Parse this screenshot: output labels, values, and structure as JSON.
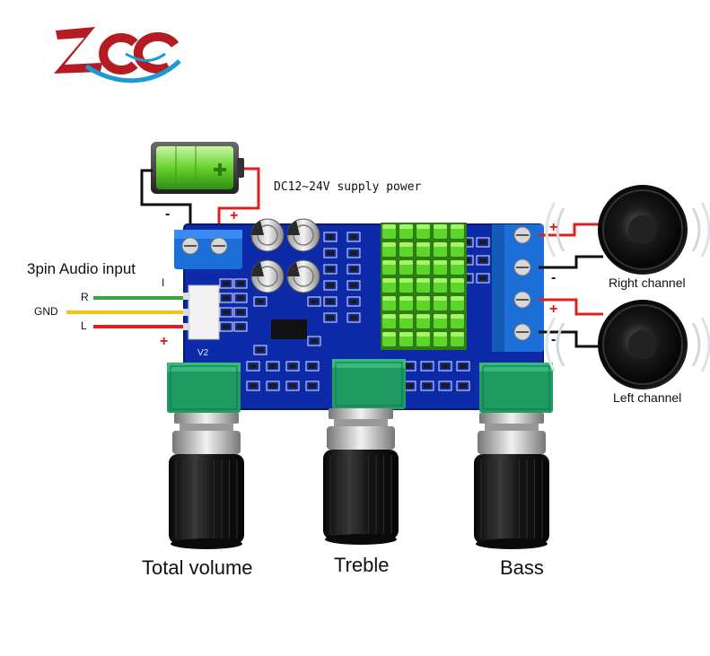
{
  "logo": {
    "text": "ZQC",
    "color_primary": "#b51c22",
    "color_accent": "#1b9ad6"
  },
  "power": {
    "label": "DC12~24V supply power",
    "minus": "-",
    "plus": "+"
  },
  "audio_input": {
    "title": "3pin Audio input",
    "pins": [
      "R",
      "GND",
      "L"
    ],
    "pin_marker_top": "I",
    "pin_marker_plus": "+"
  },
  "speakers": {
    "right": {
      "label": "Right channel",
      "plus": "+",
      "minus": "-"
    },
    "left": {
      "label": "Left channel",
      "plus": "+",
      "minus": "-"
    }
  },
  "knobs": [
    "Total volume",
    "Treble",
    "Bass"
  ],
  "board": {
    "silk_label": "V2"
  },
  "colors": {
    "board_blue": "#0d2aa8",
    "terminal_blue": "#1c6fd6",
    "heatsink_green": "#5cd62a",
    "pot_green": "#1f9a63",
    "wire_red": "#e02020",
    "wire_black": "#111111",
    "wire_green": "#3aa53a",
    "wire_yellow": "#f0c419",
    "battery_green": "#6fdc3a"
  }
}
